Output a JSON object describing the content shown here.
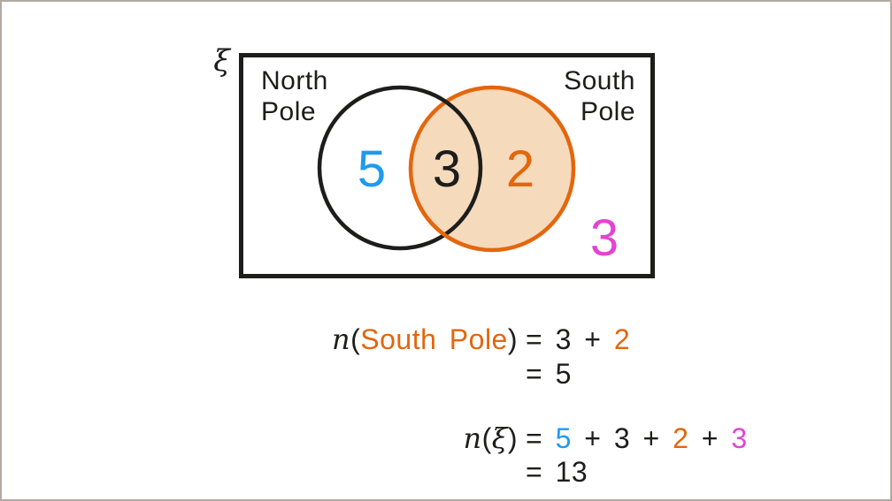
{
  "colors": {
    "ink": "#1d1d1b",
    "blue": "#1e9bf0",
    "orange": "#e4660d",
    "orange-fill": "#f6dabc",
    "magenta": "#e245d2",
    "frame": "#b3a9a1"
  },
  "venn": {
    "universal_set_symbol": "ξ",
    "north_label_line1": "North",
    "north_label_line2": "Pole",
    "south_label_line1": "South",
    "south_label_line2": "Pole",
    "north_only_count": "5",
    "intersection_count": "3",
    "south_only_count": "2",
    "outside_count": "3"
  },
  "equations": {
    "south_pole_count": {
      "func": "n",
      "open_paren": "(",
      "set_name": "South Pole",
      "close_paren": ")",
      "step1_prefix": "= 3 + ",
      "step1_orange": "2",
      "step2": "= 5"
    },
    "universal_count": {
      "func": "n",
      "open_paren": "(",
      "set_symbol": "ξ",
      "close_paren": ")",
      "step1_eq": "= ",
      "step1_blue": "5",
      "step1_mid1": " + 3 + ",
      "step1_orange": "2",
      "step1_mid2": " + ",
      "step1_magenta": "3",
      "step2": "= 13"
    }
  }
}
